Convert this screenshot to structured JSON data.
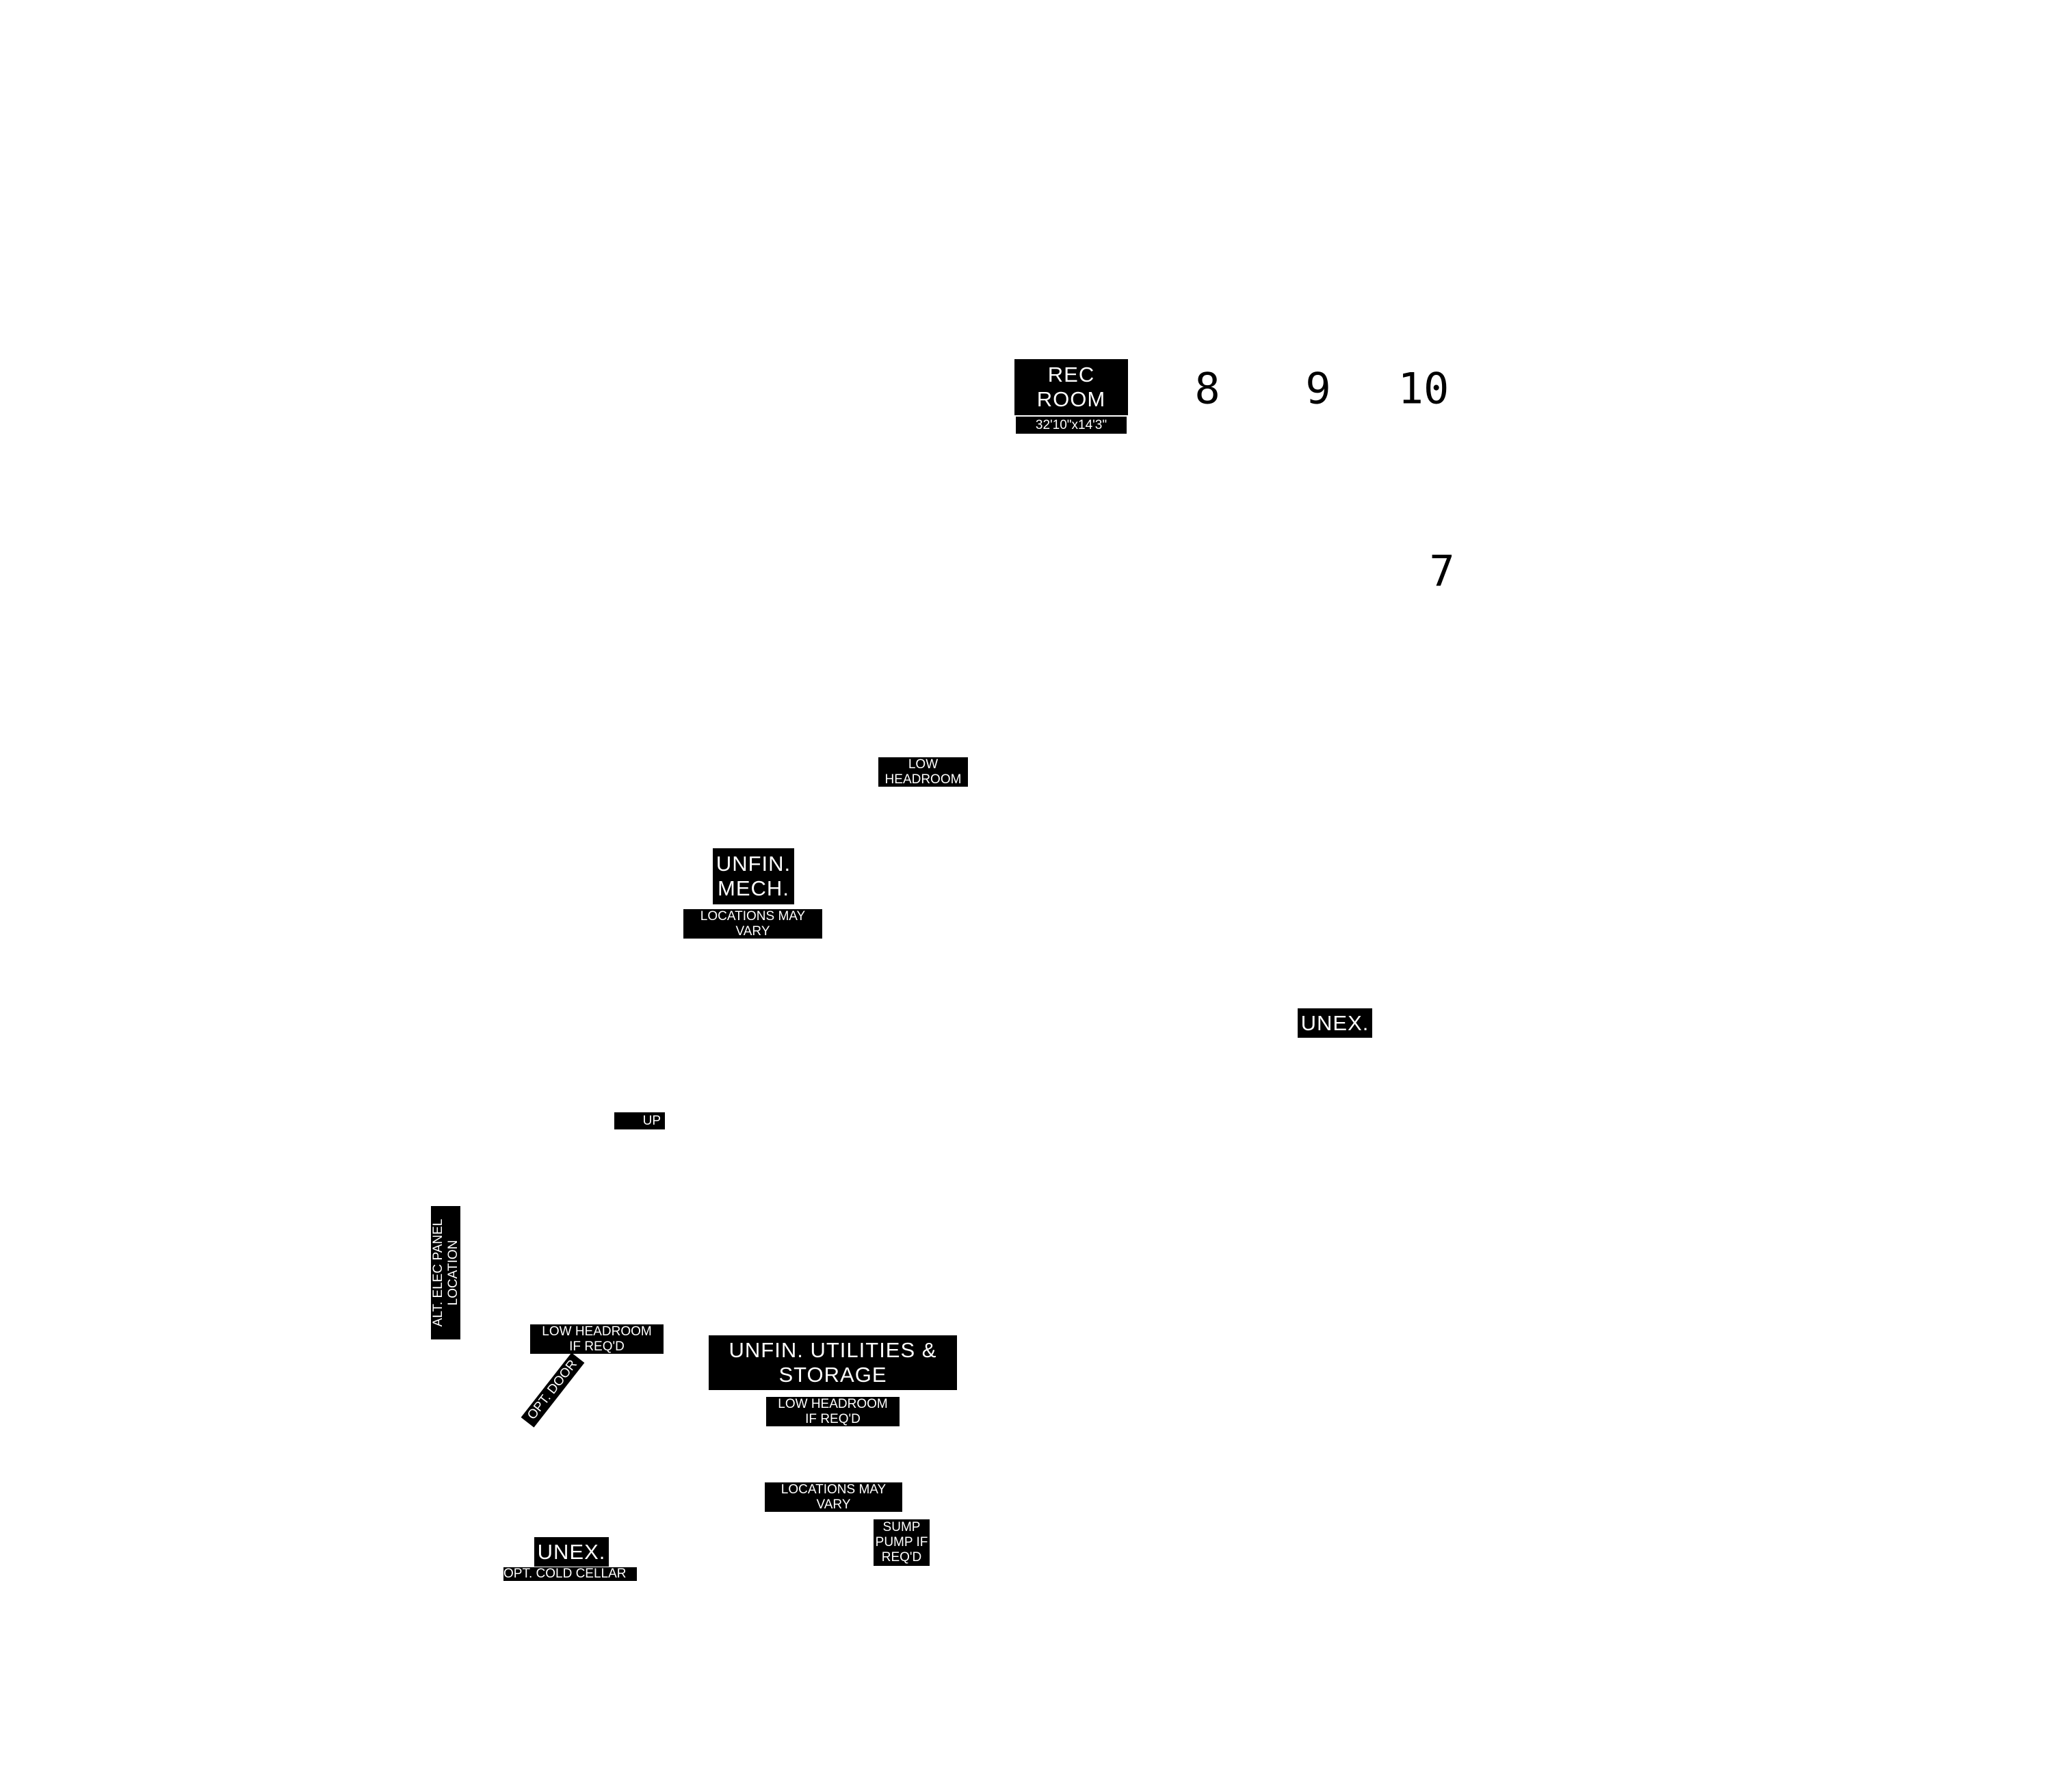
{
  "rooms": {
    "rec_room": {
      "lines": [
        "REC",
        "ROOM"
      ],
      "dimensions": "32'10\"x14'3\""
    },
    "low_headroom_top": {
      "lines": [
        "LOW",
        "HEADROOM"
      ]
    },
    "unfin_mech": {
      "lines": [
        "UNFIN.",
        "MECH."
      ],
      "note": [
        "LOCATIONS MAY",
        "VARY"
      ]
    },
    "unex_right": {
      "label": "UNEX."
    },
    "stair": {
      "label": "UP"
    },
    "alt_elec_panel": {
      "lines": [
        "ALT. ELEC PANEL",
        "LOCATION"
      ]
    },
    "low_headroom_left": {
      "lines": [
        "LOW HEADROOM",
        "IF REQ'D"
      ]
    },
    "opt_door": {
      "label": "OPT. DOOR"
    },
    "unfin_utilities": {
      "lines": [
        "UNFIN. UTILITIES &",
        "STORAGE"
      ],
      "note": [
        "LOW HEADROOM",
        "IF REQ'D"
      ]
    },
    "locations_lower": {
      "lines": [
        "LOCATIONS MAY",
        "VARY"
      ]
    },
    "sump_pump": {
      "lines": [
        "SUMP",
        "PUMP IF",
        "REQ'D"
      ]
    },
    "unex_lower": {
      "label": "UNEX.",
      "note": "OPT. COLD CELLAR"
    }
  },
  "markers": [
    "8",
    "9",
    "10",
    "7"
  ]
}
